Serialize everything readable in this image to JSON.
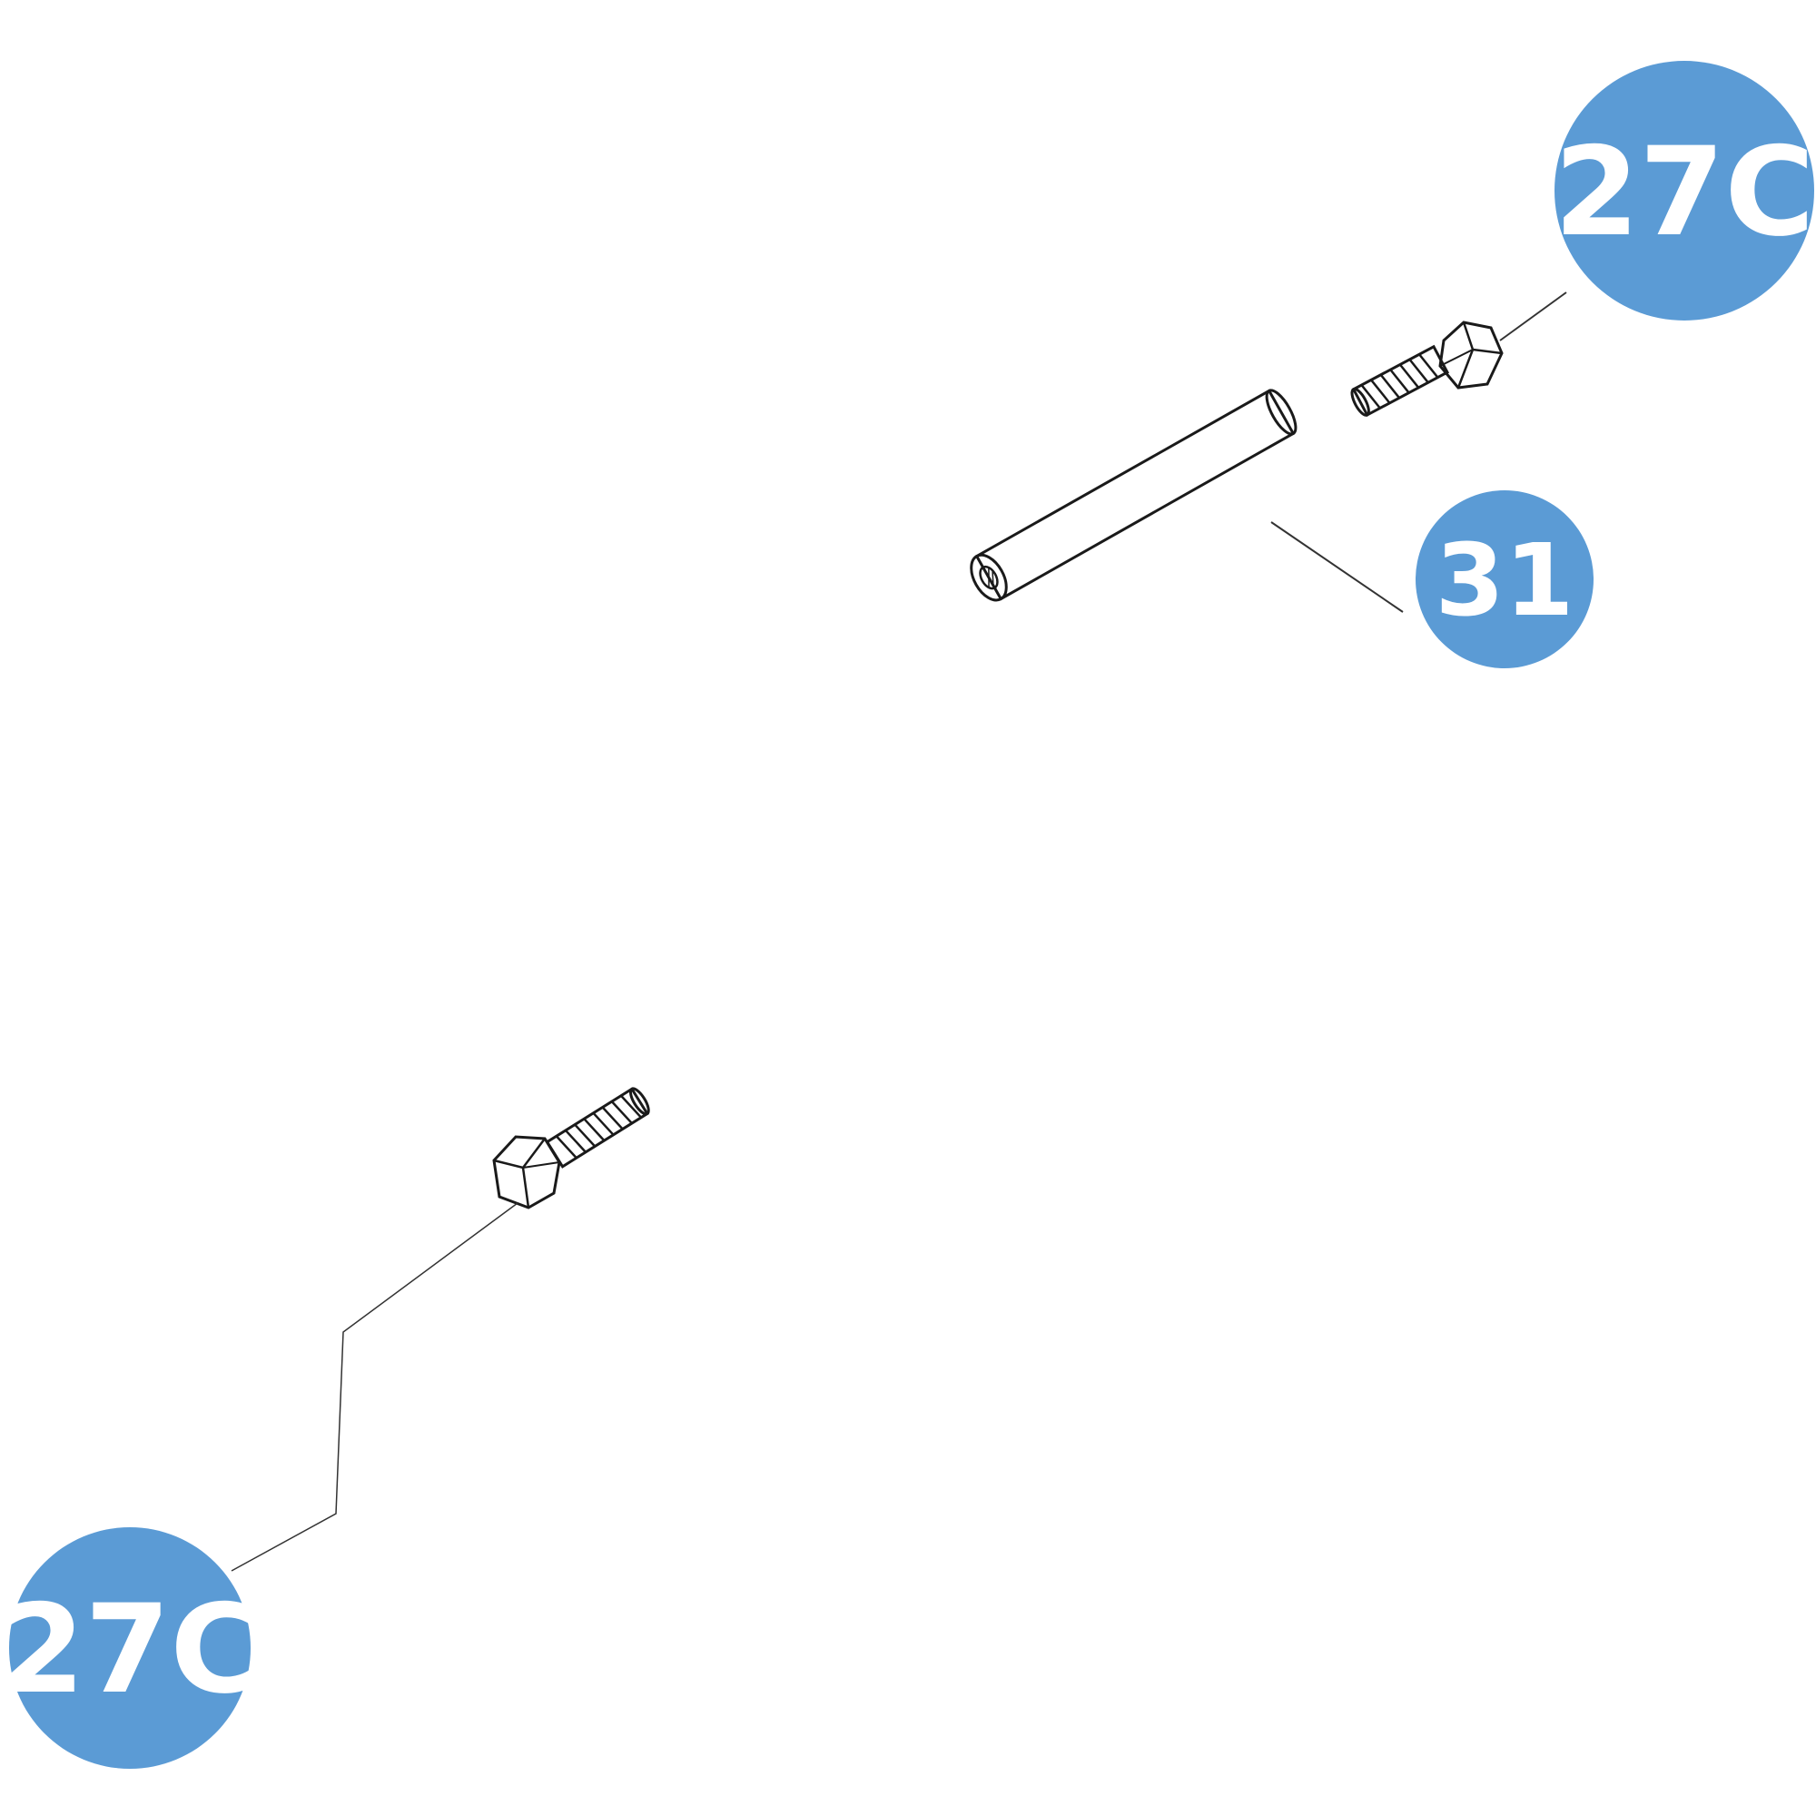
{
  "callouts": [
    {
      "id": "top-right",
      "label": "27C"
    },
    {
      "id": "part-31",
      "label": "31"
    },
    {
      "id": "bottom-left",
      "label": "27C"
    }
  ],
  "colors": {
    "bubble": "#5b9bd5",
    "bubble_text": "#ffffff",
    "line": "#1a1a1a",
    "background": "#ffffff"
  },
  "parts": [
    {
      "name": "screw",
      "callout": "27C"
    },
    {
      "name": "spacer-tube",
      "callout": "31"
    },
    {
      "name": "screw",
      "callout": "27C"
    }
  ]
}
